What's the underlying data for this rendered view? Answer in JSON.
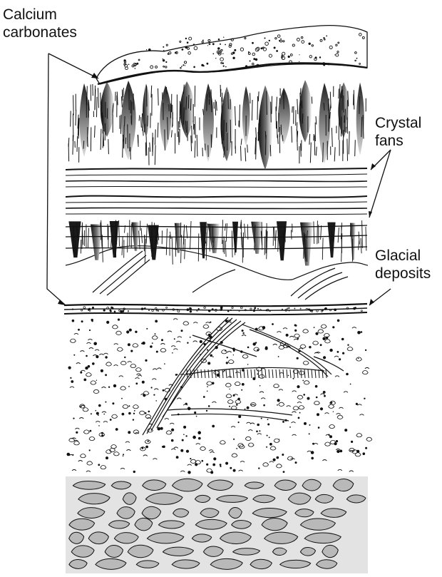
{
  "labels": {
    "calcium_carbonates": [
      "Calcium",
      "carbonates"
    ],
    "crystal_fans": [
      "Crystal",
      "fans"
    ],
    "glacial_deposits": [
      "Glacial",
      "deposits"
    ]
  },
  "colors": {
    "ink": "#111111",
    "background": "#ffffff",
    "shaded_band": "#e3e3e3",
    "clast_fill": "#b9b9b9",
    "crystal_dark": "#1a1a1a"
  }
}
